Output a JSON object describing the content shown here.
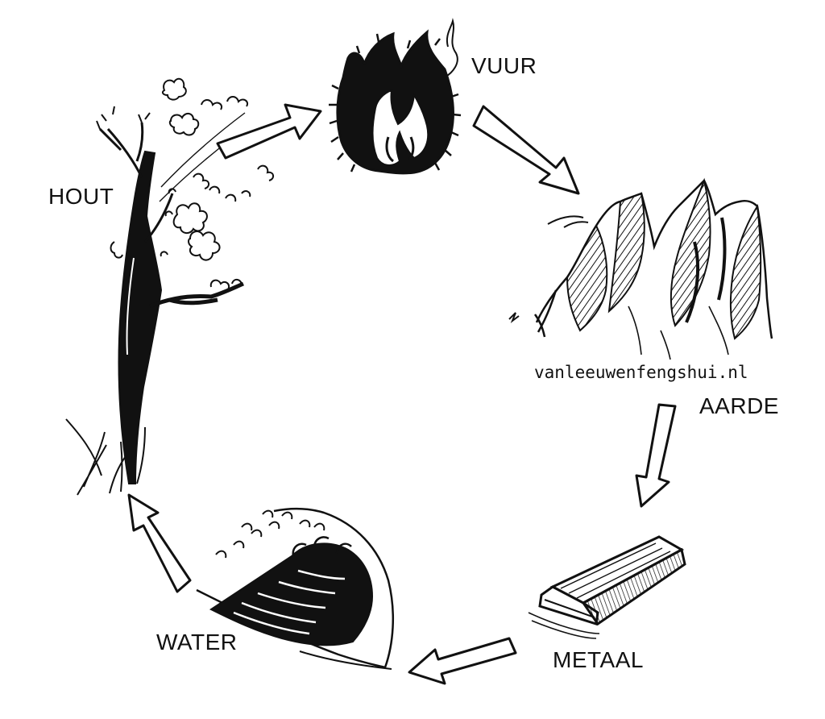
{
  "diagram": {
    "elements": [
      {
        "id": "vuur",
        "label": "VUUR",
        "icon": "fire-icon"
      },
      {
        "id": "aarde",
        "label": "AARDE",
        "icon": "mountain-icon"
      },
      {
        "id": "metaal",
        "label": "METAAL",
        "icon": "metal-bar-icon"
      },
      {
        "id": "water",
        "label": "WATER",
        "icon": "wave-icon"
      },
      {
        "id": "hout",
        "label": "HOUT",
        "icon": "tree-icon"
      }
    ],
    "cycle": [
      {
        "from": "hout",
        "to": "vuur"
      },
      {
        "from": "vuur",
        "to": "aarde"
      },
      {
        "from": "aarde",
        "to": "metaal"
      },
      {
        "from": "metaal",
        "to": "water"
      },
      {
        "from": "water",
        "to": "hout"
      }
    ],
    "watermark": "vanleeuwenfengshui.nl",
    "colors": {
      "ink": "#111111",
      "paper": "#ffffff"
    }
  }
}
